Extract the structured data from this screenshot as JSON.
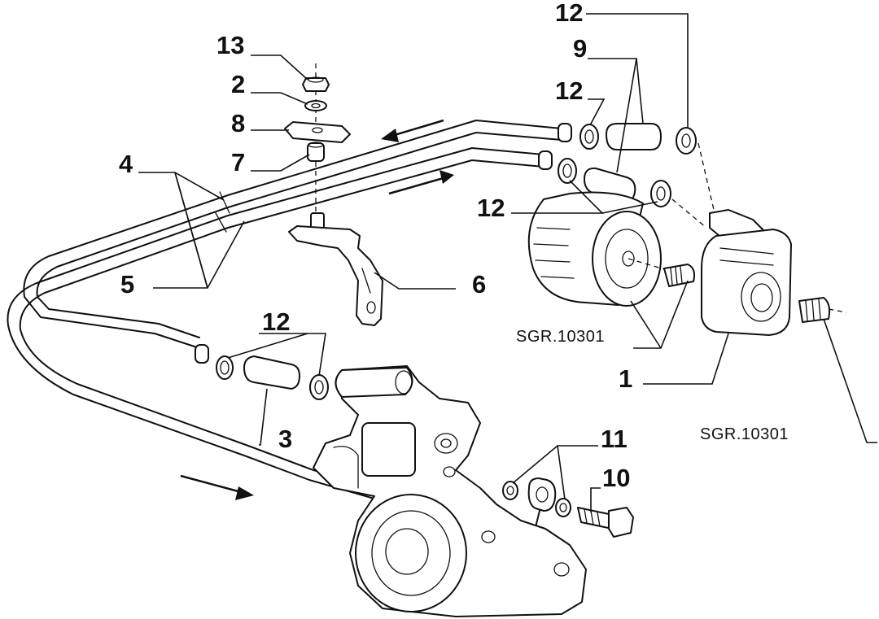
{
  "labels": {
    "p1": "1",
    "p2": "2",
    "p3": "3",
    "p4": "4",
    "p5": "5",
    "p6": "6",
    "p7": "7",
    "p8": "8",
    "p9": "9",
    "p10": "10",
    "p11": "11",
    "p12a": "12",
    "p12b": "12",
    "p12c": "12",
    "p12d": "12",
    "p13": "13"
  },
  "codes": {
    "filter_code": "SGR.10301",
    "cooler_code": "SGR.10301"
  }
}
